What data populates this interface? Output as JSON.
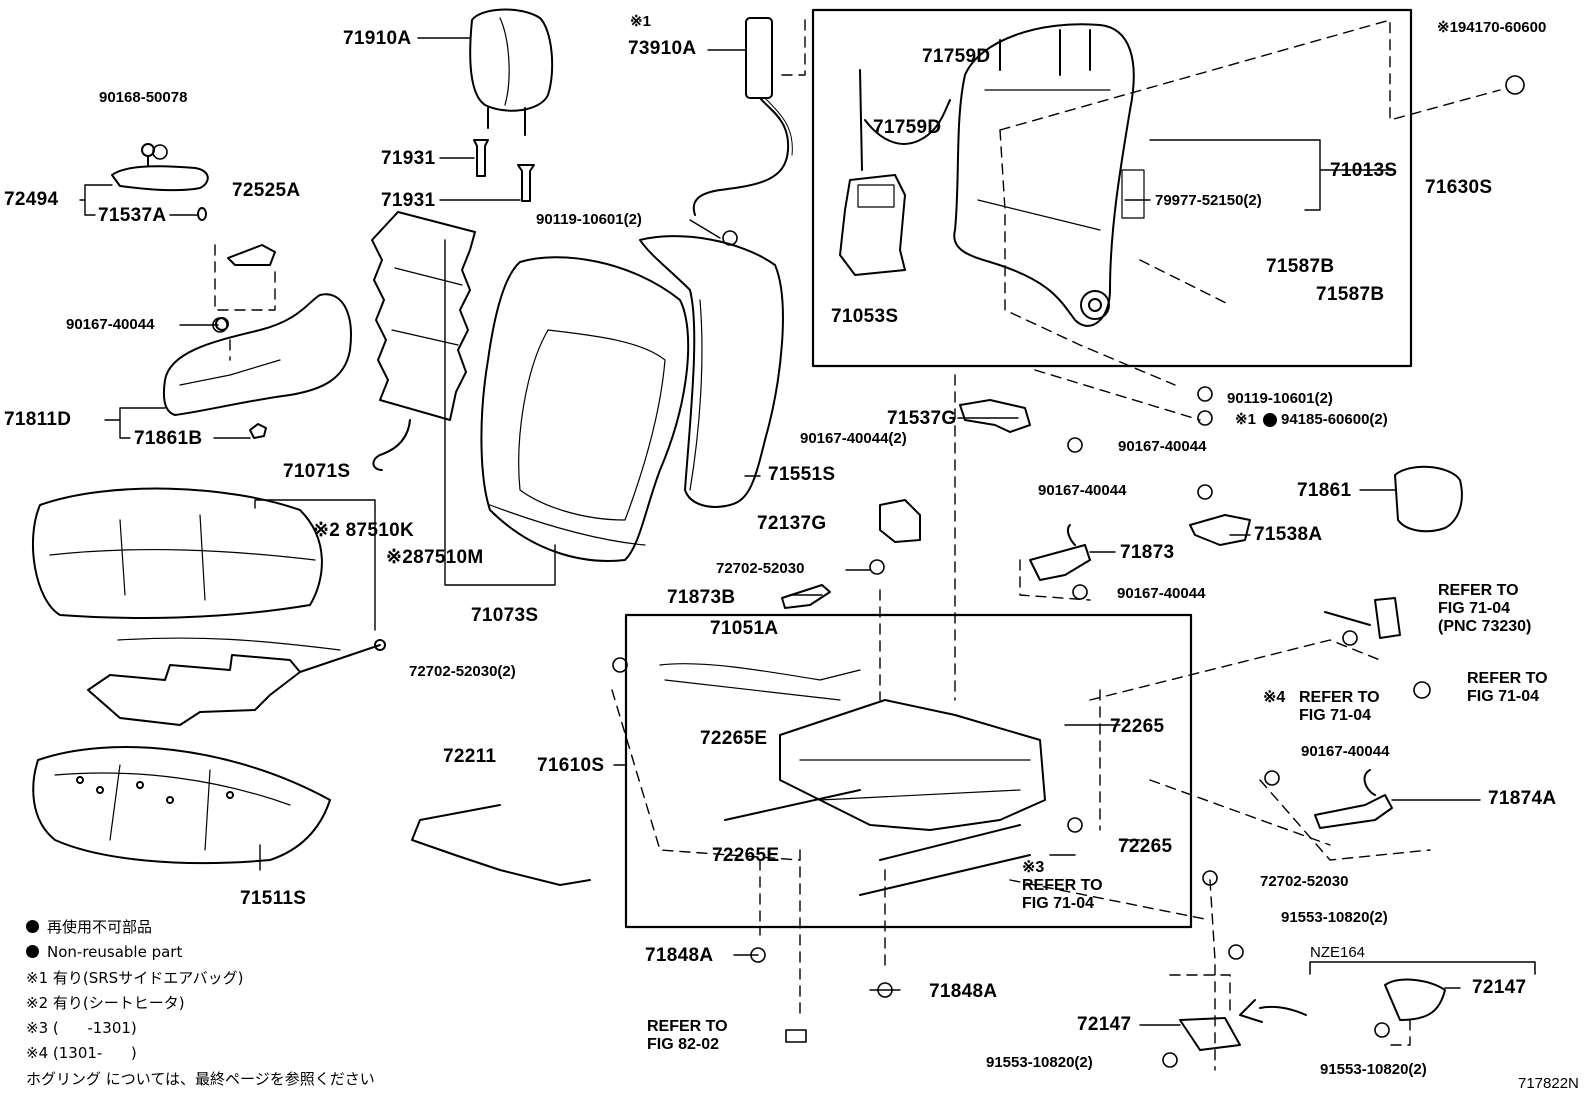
{
  "diagram": {
    "code": "717822N",
    "part_labels": {
      "p71910A": "71910A",
      "p73910A": "73910A",
      "p73910A_mark": "※1",
      "p71759D_a": "71759D",
      "p71759D_b": "71759D",
      "p194170": "※194170-60600",
      "p90168": "90168-50078",
      "p71931_a": "71931",
      "p71931_b": "71931",
      "p72494": "72494",
      "p71537A": "71537A",
      "p72525A": "72525A",
      "p90119_a": "90119-10601(2)",
      "p71013S": "71013S",
      "p71630S": "71630S",
      "p79977": "79977-52150(2)",
      "p71587B_a": "71587B",
      "p71587B_b": "71587B",
      "p71053S": "71053S",
      "p90167_a": "90167-40044",
      "p71811D": "71811D",
      "p71861B": "71861B",
      "p90119_b": "90119-10601(2)",
      "p94185_mark": "※1",
      "p94185": "94185-60600(2)",
      "p71537G": "71537G",
      "p90167_b": "90167-40044(2)",
      "p90167_c": "90167-40044",
      "p71551S": "71551S",
      "p71071S": "71071S",
      "p87510K": "※2 87510K",
      "p87510M": "※287510M",
      "p71073S": "71073S",
      "p72137G": "72137G",
      "p90167_d": "90167-40044",
      "p71861": "71861",
      "p71538A": "71538A",
      "p71873": "71873",
      "p72702_a": "72702-52030",
      "p71873B": "71873B",
      "p90167_e": "90167-40044",
      "p71051A": "71051A",
      "p72702_b": "72702-52030(2)",
      "p72265E_a": "72265E",
      "p72265_a": "72265",
      "p72211": "72211",
      "p71610S": "71610S",
      "p72265E_b": "72265E",
      "p72265_b": "72265",
      "p90167_f": "90167-40044",
      "p71874A": "71874A",
      "p71511S": "71511S",
      "p72702_c": "72702-52030",
      "p91553_a": "91553-10820(2)",
      "p71848A_a": "71848A",
      "p71848A_b": "71848A",
      "p72147_a": "72147",
      "p72147_b": "72147",
      "p91553_b": "91553-10820(2)",
      "p91553_c": "91553-10820(2)",
      "p_nze": "NZE164"
    },
    "references": {
      "ref_pnc": "REFER TO\nFIG 71-04\n(PNC 73230)",
      "ref_right": "REFER TO\nFIG 71-04",
      "ref_mark4": "※4",
      "ref_mark4_text": "REFER TO\nFIG 71-04",
      "ref_mark3": "※3",
      "ref_mark3_text": "REFER TO\nFIG 71-04",
      "ref_8202": "REFER TO\nFIG 82-02"
    },
    "legend": {
      "line1": "再使用不可部品",
      "line2": "Non-reusable part",
      "line3": "※1 有り(SRSサイドエアバッグ)",
      "line4": "※2 有り(シートヒータ)",
      "line5": "※3 (      -1301)",
      "line6": "※4 (1301-      )",
      "line7": "ホグリング については、最終ページを参照ください"
    }
  }
}
